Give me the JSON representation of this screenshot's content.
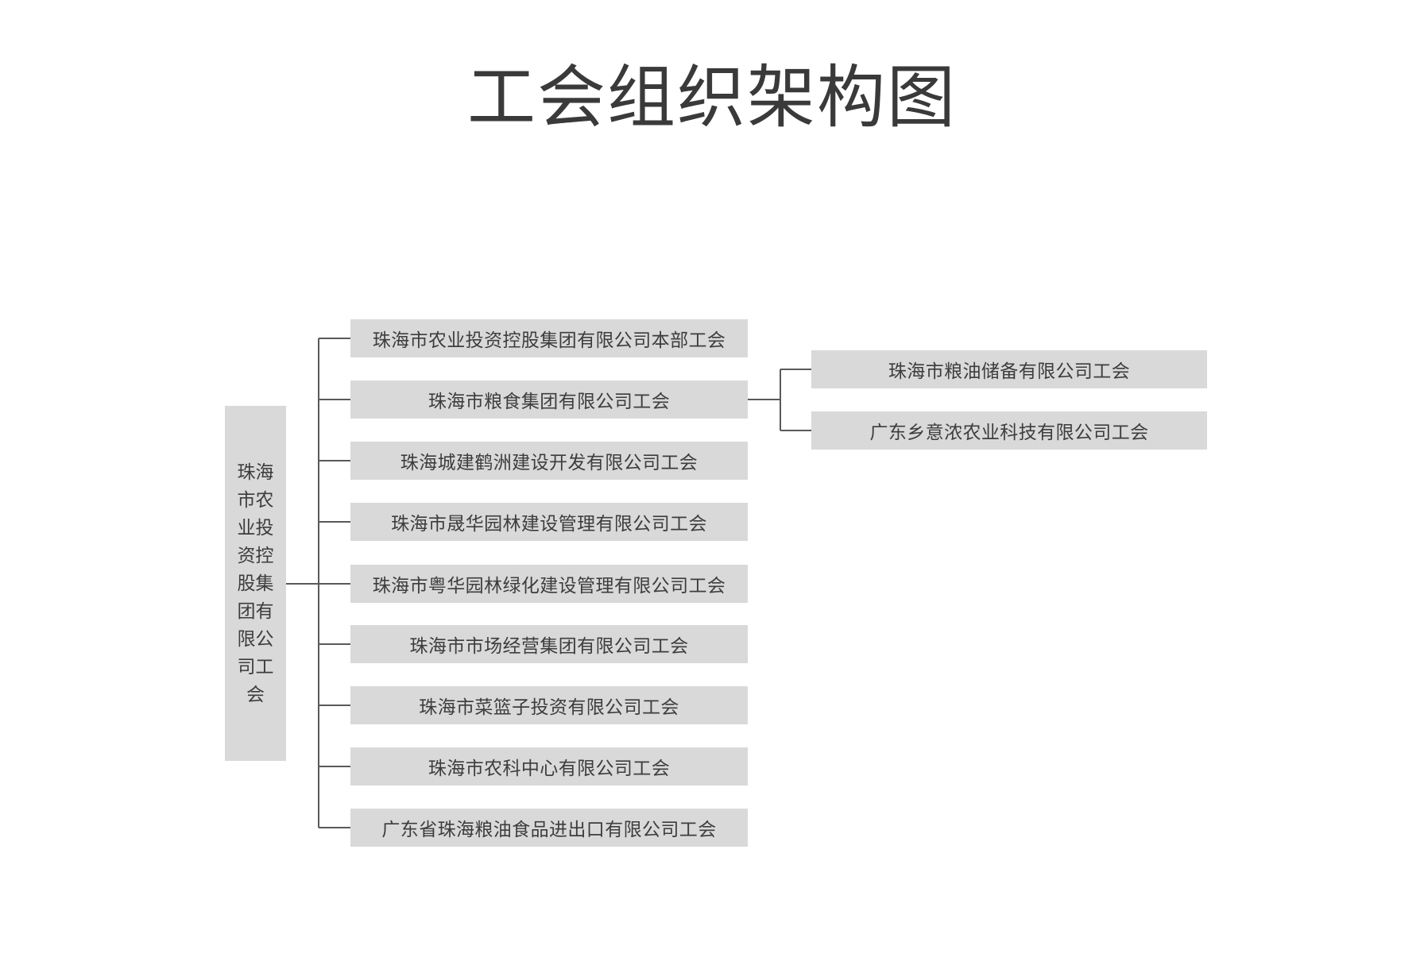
{
  "page": {
    "title": "工会组织架构图",
    "background_color": "#ffffff",
    "title_color": "#3a3a3a",
    "node_fill_color": "#d9d9d9",
    "node_text_color": "#3d3d3d",
    "connector_color": "#595959"
  },
  "chart_data": {
    "type": "diagram",
    "diagram_type": "organization-chart",
    "title": "工会组织架构图",
    "orientation": "left-to-right",
    "root": {
      "id": "root",
      "label": "珠海市农业投资控股集团有限公司工会",
      "level": 0
    },
    "level1": [
      {
        "id": "n1",
        "label": "珠海市农业投资控股集团有限公司本部工会",
        "level": 1
      },
      {
        "id": "n2",
        "label": "珠海市粮食集团有限公司工会",
        "level": 1
      },
      {
        "id": "n3",
        "label": "珠海城建鹤洲建设开发有限公司工会",
        "level": 1
      },
      {
        "id": "n4",
        "label": "珠海市晟华园林建设管理有限公司工会",
        "level": 1
      },
      {
        "id": "n5",
        "label": "珠海市粤华园林绿化建设管理有限公司工会",
        "level": 1
      },
      {
        "id": "n6",
        "label": "珠海市市场经营集团有限公司工会",
        "level": 1
      },
      {
        "id": "n7",
        "label": "珠海市菜篮子投资有限公司工会",
        "level": 1
      },
      {
        "id": "n8",
        "label": "珠海市农科中心有限公司工会",
        "level": 1
      },
      {
        "id": "n9",
        "label": "广东省珠海粮油食品进出口有限公司工会",
        "level": 1
      }
    ],
    "level2": [
      {
        "id": "n2a",
        "label": "珠海市粮油储备有限公司工会",
        "level": 2,
        "parent": "n2"
      },
      {
        "id": "n2b",
        "label": "广东乡意浓农业科技有限公司工会",
        "level": 2,
        "parent": "n2"
      }
    ],
    "edges": [
      {
        "from": "root",
        "to": "n1"
      },
      {
        "from": "root",
        "to": "n2"
      },
      {
        "from": "root",
        "to": "n3"
      },
      {
        "from": "root",
        "to": "n4"
      },
      {
        "from": "root",
        "to": "n5"
      },
      {
        "from": "root",
        "to": "n6"
      },
      {
        "from": "root",
        "to": "n7"
      },
      {
        "from": "root",
        "to": "n8"
      },
      {
        "from": "root",
        "to": "n9"
      },
      {
        "from": "n2",
        "to": "n2a"
      },
      {
        "from": "n2",
        "to": "n2b"
      }
    ],
    "node_count": 12
  }
}
